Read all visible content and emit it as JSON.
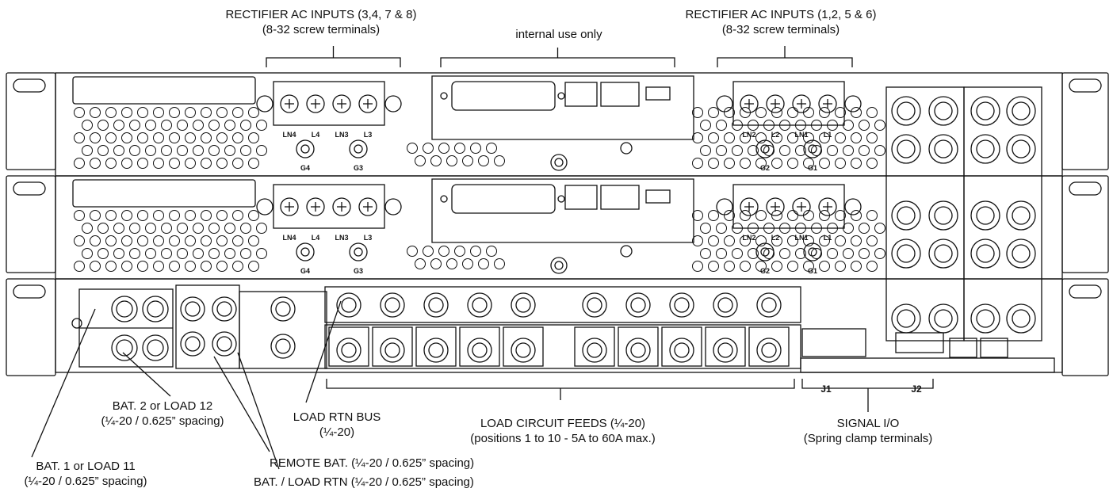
{
  "callouts": {
    "rect_ac_left": {
      "line1": "RECTIFIER AC INPUTS (3,4, 7 & 8)",
      "line2": "(8-32 screw terminals)"
    },
    "internal": {
      "line1": "internal use only"
    },
    "rect_ac_right": {
      "line1": "RECTIFIER AC INPUTS (1,2, 5 & 6)",
      "line2": "(8-32 screw terminals)"
    },
    "bat2": {
      "line1": "BAT. 2 or LOAD 12",
      "line2": "(¼-20 / 0.625” spacing)"
    },
    "bat1": {
      "line1": "BAT. 1 or LOAD 11",
      "line2": "(¼-20 / 0.625” spacing)"
    },
    "load_rtn_bus": {
      "line1": "LOAD RTN BUS",
      "line2": "(¼-20)"
    },
    "load_feeds": {
      "line1": "LOAD CIRCUIT FEEDS (¼-20)",
      "line2": "(positions 1 to 10 - 5A to 60A max.)"
    },
    "signal": {
      "line1": "SIGNAL I/O",
      "line2": "(Spring clamp terminals)"
    },
    "remote_bat": {
      "line1": "REMOTE BAT. (¼-20 / 0.625” spacing)"
    },
    "bat_load_rtn": {
      "line1": "BAT. / LOAD RTN (¼-20 / 0.625” spacing)"
    }
  },
  "terminals": {
    "left": [
      "LN4",
      "L4",
      "LN3",
      "L3"
    ],
    "left_ground": [
      "G4",
      "G3"
    ],
    "right": [
      "LN2",
      "L2",
      "LN1",
      "L1"
    ],
    "right_ground": [
      "G2",
      "G1"
    ]
  },
  "connectors": {
    "j1": "J1",
    "j2": "J2"
  }
}
